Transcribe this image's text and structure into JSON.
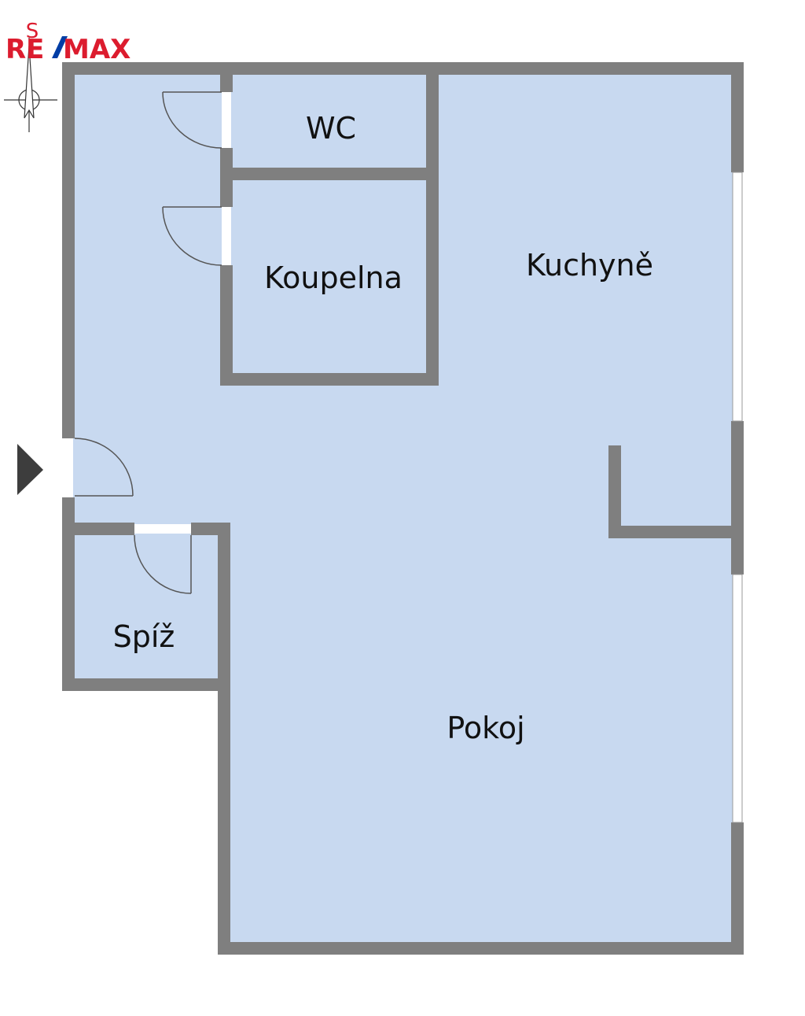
{
  "logo": {
    "text_left": "RE",
    "text_right": "MAX",
    "red": "#dc1c2e",
    "blue": "#003da5"
  },
  "compass": {
    "north_label": "S"
  },
  "rooms": {
    "wc": "WC",
    "koupelna": "Koupelna",
    "kuchyne": "Kuchyně",
    "spiz": "Spíž",
    "pokoj": "Pokoj"
  },
  "colors": {
    "floor": "#c8d9f0",
    "wall": "#7f7f7f",
    "entrance_arrow": "#3d3d3d",
    "door_line": "#555555"
  }
}
